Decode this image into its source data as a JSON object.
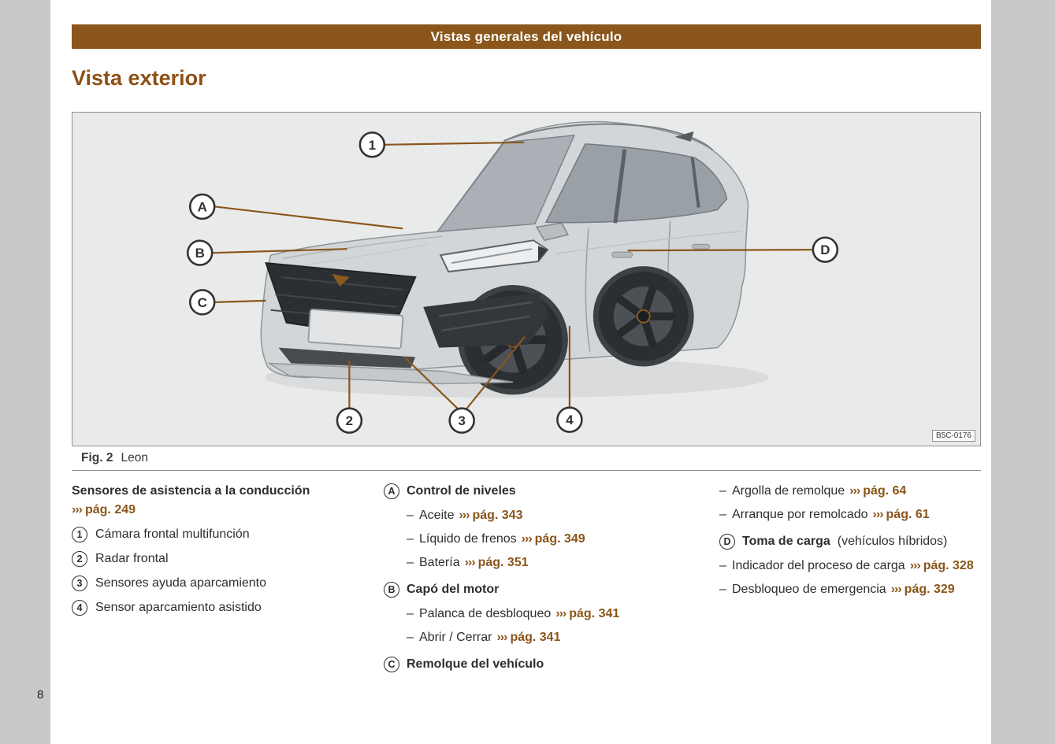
{
  "symbols": {
    "ref_arrows": "›››",
    "dash": "–"
  },
  "page": {
    "number": "8"
  },
  "header": {
    "title": "Vistas generales del vehículo"
  },
  "section": {
    "title": "Vista exterior"
  },
  "figure": {
    "caption_label": "Fig. 2",
    "caption_text": "Leon",
    "code": "B5C-0176",
    "callouts": [
      {
        "label": "1"
      },
      {
        "label": "A"
      },
      {
        "label": "B"
      },
      {
        "label": "C"
      },
      {
        "label": "D"
      },
      {
        "label": "2"
      },
      {
        "label": "3"
      },
      {
        "label": "4"
      }
    ]
  },
  "legend": {
    "col1": {
      "heading": "Sensores de asistencia a la conducción",
      "ref": "pág. 249",
      "items": [
        {
          "marker": "1",
          "label": "Cámara frontal multifunción"
        },
        {
          "marker": "2",
          "label": "Radar frontal"
        },
        {
          "marker": "3",
          "label": "Sensores ayuda aparcamiento"
        },
        {
          "marker": "4",
          "label": "Sensor aparcamiento asistido"
        }
      ]
    },
    "col2": {
      "groups": [
        {
          "marker": "A",
          "title": "Control de niveles",
          "items": [
            {
              "text": "Aceite",
              "ref": "pág. 343"
            },
            {
              "text": "Líquido de frenos",
              "ref": "pág. 349"
            },
            {
              "text": "Batería",
              "ref": "pág. 351"
            }
          ]
        },
        {
          "marker": "B",
          "title": "Capó del motor",
          "items": [
            {
              "text": "Palanca de desbloqueo",
              "ref": "pág. 341"
            },
            {
              "text": "Abrir / Cerrar",
              "ref": "pág. 341"
            }
          ]
        },
        {
          "marker": "C",
          "title": "Remolque del vehículo",
          "items": []
        }
      ]
    },
    "col3": {
      "items": [
        {
          "text": "Argolla de remolque",
          "ref": "pág. 64"
        },
        {
          "text": "Arranque por remolcado",
          "ref": "pág. 61"
        }
      ],
      "group": {
        "marker": "D",
        "title": "Toma de carga",
        "suffix": "(vehículos híbridos)",
        "items": [
          {
            "text": "Indicador del proceso de carga",
            "ref": "pág. 328"
          },
          {
            "text": "Desbloqueo de emergencia",
            "ref": "pág. 329"
          }
        ]
      }
    }
  }
}
